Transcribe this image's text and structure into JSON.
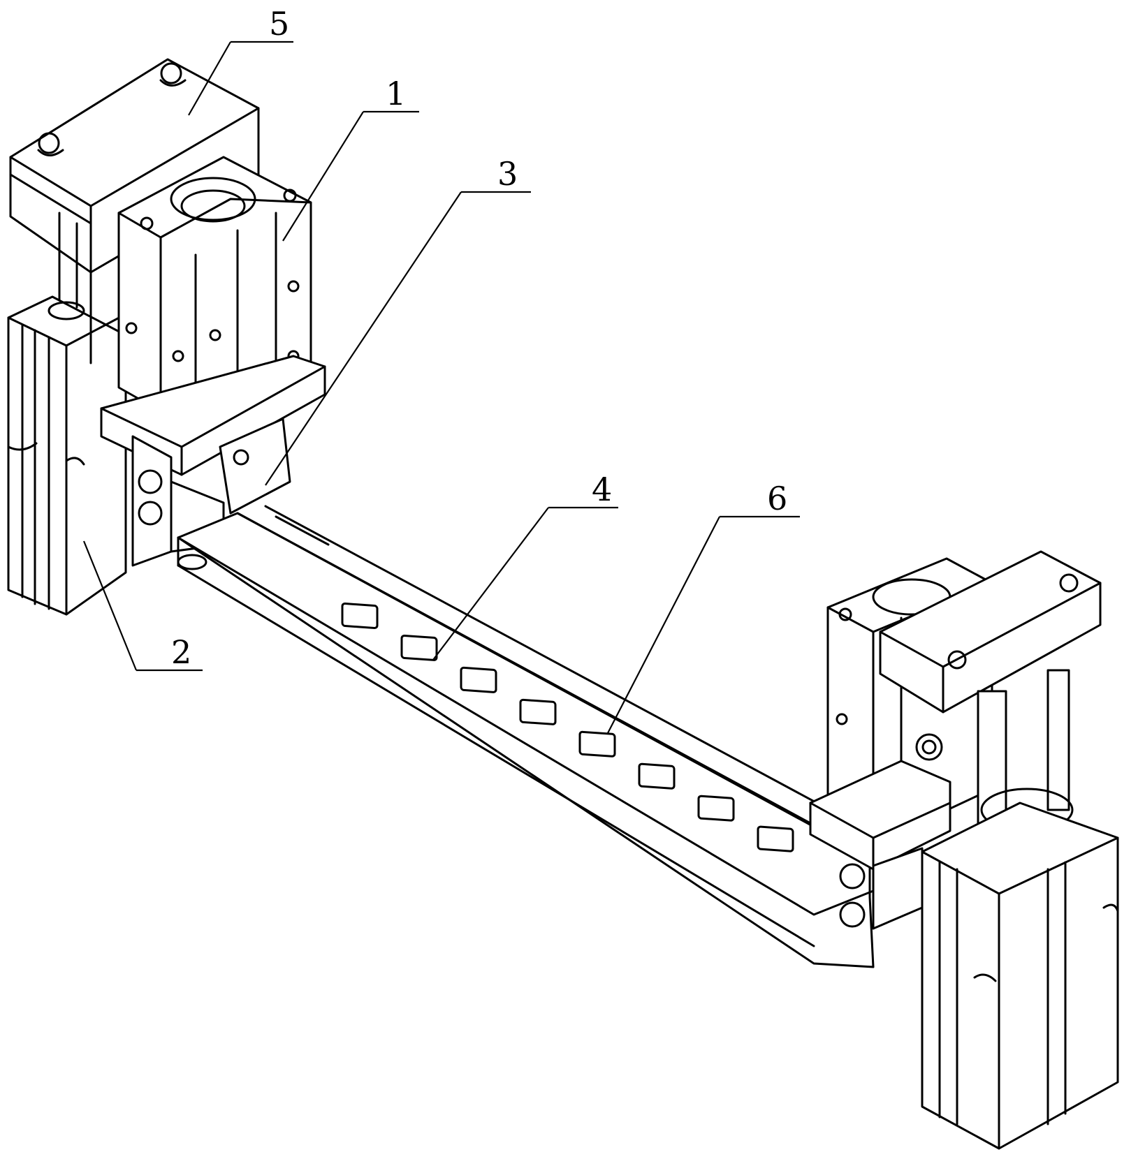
{
  "callouts": [
    {
      "id": "label-5",
      "text": "5"
    },
    {
      "id": "label-1",
      "text": "1"
    },
    {
      "id": "label-3",
      "text": "3"
    },
    {
      "id": "label-4",
      "text": "4"
    },
    {
      "id": "label-6",
      "text": "6"
    },
    {
      "id": "label-2",
      "text": "2"
    }
  ]
}
